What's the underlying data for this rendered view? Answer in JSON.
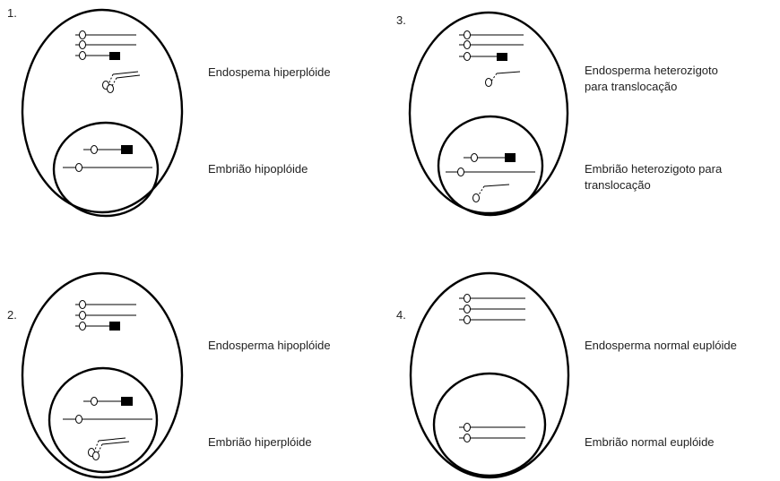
{
  "panels": [
    {
      "number": "1.",
      "endosperm_label": [
        "Endospema hiperplóide"
      ],
      "embryo_label": [
        "Embrião hipoplóide"
      ]
    },
    {
      "number": "2.",
      "endosperm_label": [
        "Endosperma hipoplóide"
      ],
      "embryo_label": [
        "Embrião hiperplóide"
      ]
    },
    {
      "number": "3.",
      "endosperm_label": [
        "Endosperma heterozigoto",
        "para translocação"
      ],
      "embryo_label": [
        "Embrião heterozigoto para",
        "translocação"
      ]
    },
    {
      "number": "4.",
      "endosperm_label": [
        "Endosperma normal euplóide"
      ],
      "embryo_label": [
        "Embrião normal euplóide"
      ]
    }
  ]
}
